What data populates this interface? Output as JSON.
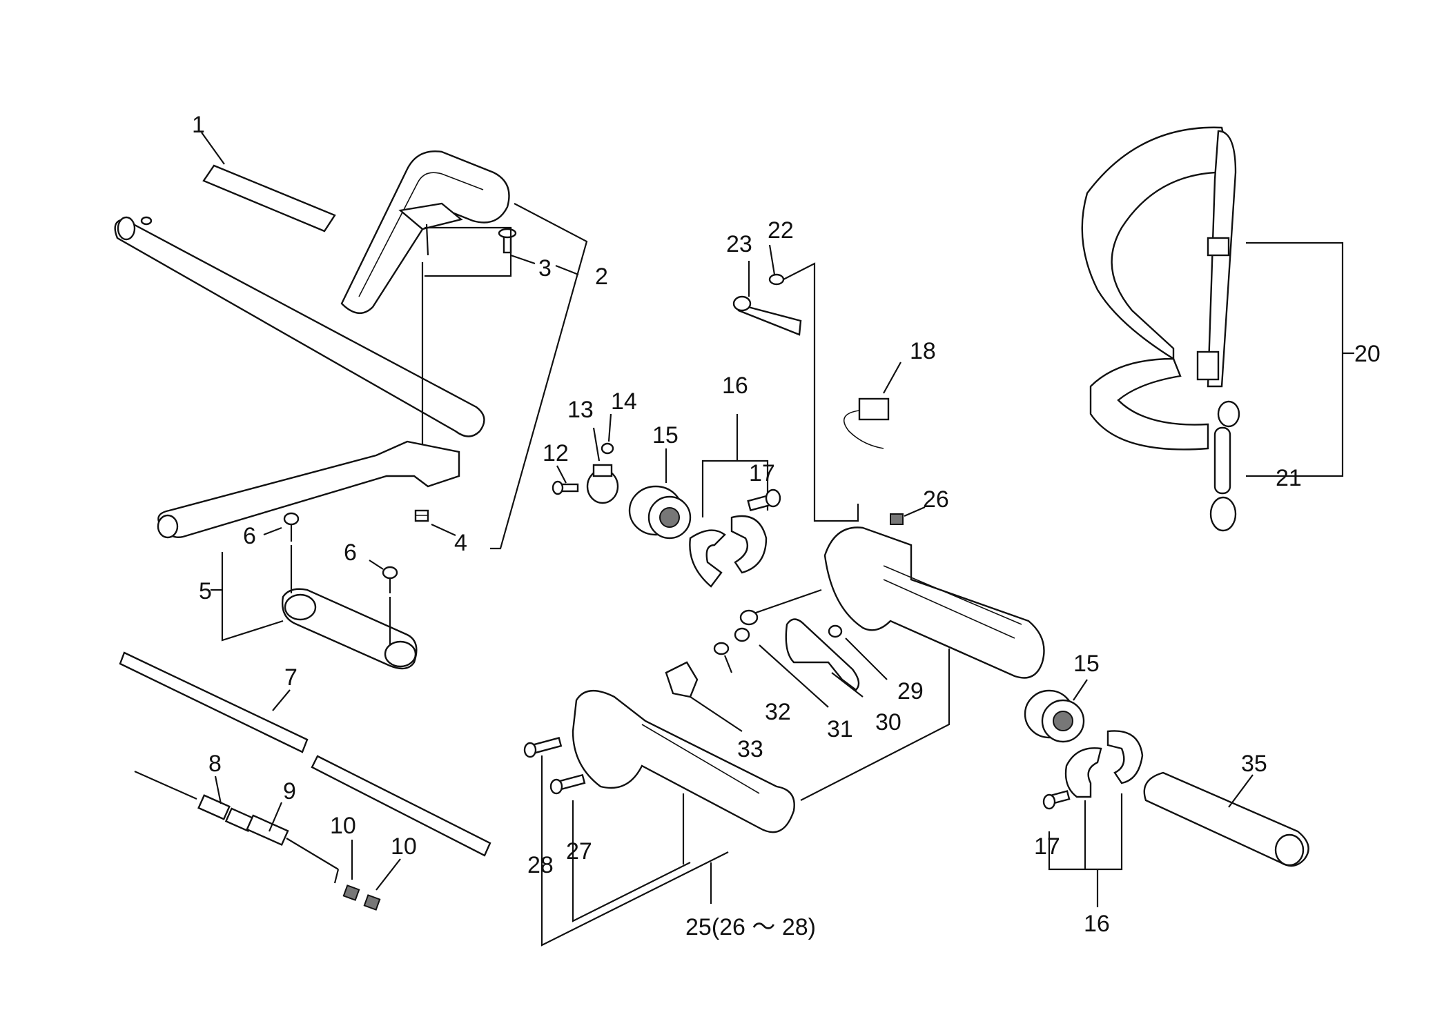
{
  "labels": {
    "p1": "1",
    "p2": "2",
    "p3": "3",
    "p4": "4",
    "p5": "5",
    "p6a": "6",
    "p6b": "6",
    "p7": "7",
    "p8": "8",
    "p9": "9",
    "p10a": "10",
    "p10b": "10",
    "p12": "12",
    "p13": "13",
    "p14": "14",
    "p15a": "15",
    "p15b": "15",
    "p16a": "16",
    "p16b": "16",
    "p17a": "17",
    "p17b": "17",
    "p18": "18",
    "p20": "20",
    "p21": "21",
    "p22": "22",
    "p23": "23",
    "p25": "25(26 〜 28)",
    "p26": "26",
    "p27": "27",
    "p28": "28",
    "p29": "29",
    "p30": "30",
    "p31": "31",
    "p32": "32",
    "p33": "33",
    "p35": "35"
  }
}
